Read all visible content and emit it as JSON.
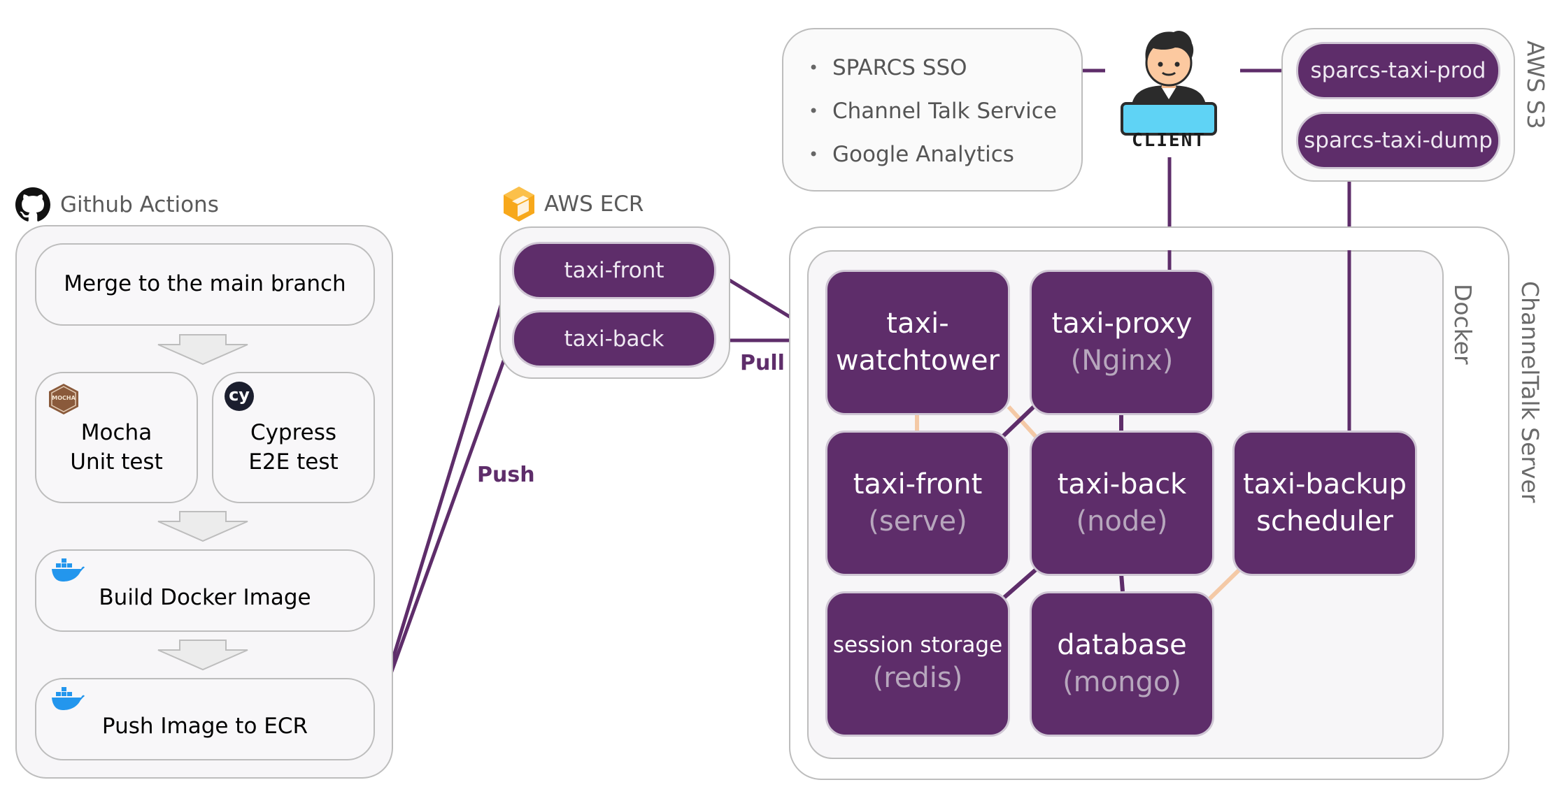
{
  "github": {
    "title": "Github Actions",
    "steps": {
      "merge": "Merge to the main branch",
      "mocha_line1": "Mocha",
      "mocha_line2": "Unit test",
      "cypress_line1": "Cypress",
      "cypress_line2": "E2E test",
      "build": "Build Docker Image",
      "push": "Push Image to ECR"
    },
    "mocha_logo_text": "MOCHA",
    "cypress_logo_text": "cy"
  },
  "ecr": {
    "title": "AWS ECR",
    "repos": [
      "taxi-front",
      "taxi-back"
    ]
  },
  "edges": {
    "push": "Push",
    "pull": "Pull"
  },
  "services": {
    "items": [
      "SPARCS SSO",
      "Channel Talk Service",
      "Google Analytics"
    ],
    "bullet": "•"
  },
  "client": {
    "label": "CLIENT"
  },
  "s3": {
    "title": "AWS S3",
    "buckets": [
      "sparcs-taxi-prod",
      "sparcs-taxi-dump"
    ]
  },
  "server": {
    "title": "ChannelTalk Server",
    "docker_title": "Docker",
    "containers": {
      "watchtower_line1": "taxi-",
      "watchtower_line2": "watchtower",
      "proxy_name": "taxi-proxy",
      "proxy_sub": "(Nginx)",
      "front_name": "taxi-front",
      "front_sub": "(serve)",
      "back_name": "taxi-back",
      "back_sub": "(node)",
      "backup_line1": "taxi-backup",
      "backup_line2": "scheduler",
      "session_name": "session storage",
      "session_sub": "(redis)",
      "db_name": "database",
      "db_sub": "(mongo)"
    }
  },
  "colors": {
    "purple": "#5e2d6a",
    "peach": "#f4c9a6",
    "panel_border": "#bdbdbd",
    "panel_fill": "#f7f6f8"
  }
}
